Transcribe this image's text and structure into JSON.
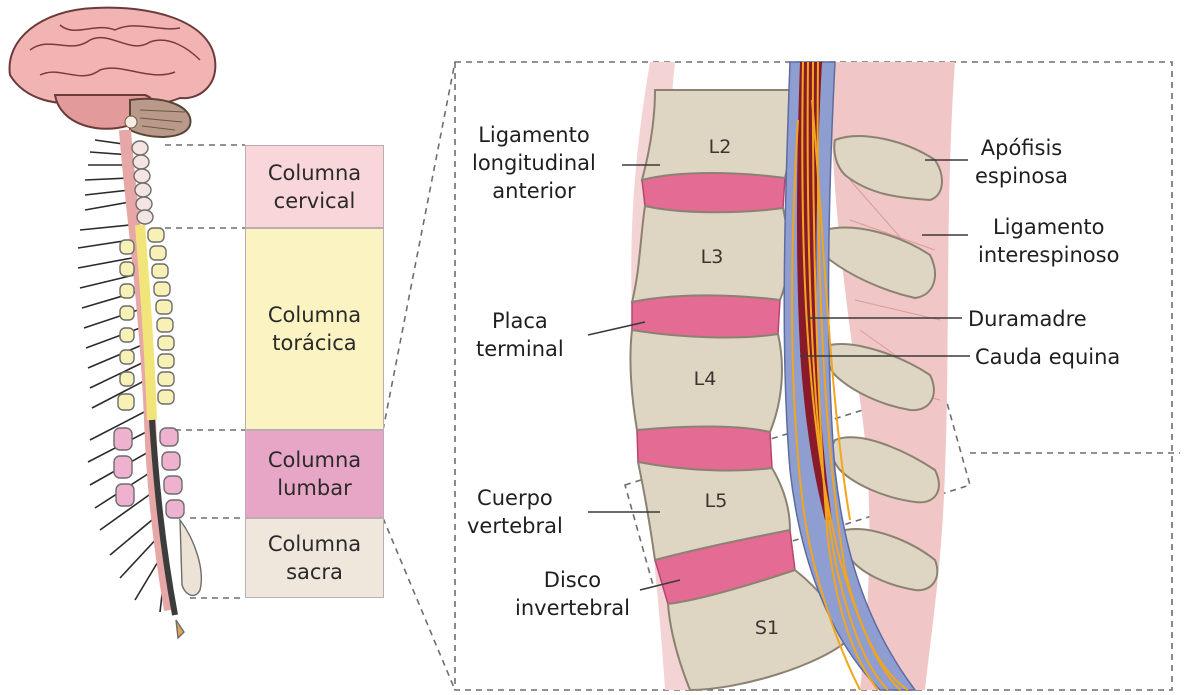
{
  "regions": [
    {
      "label": "Columna\ncervical",
      "color": "#f9d6d9"
    },
    {
      "label": "Columna\ntorácica",
      "color": "#fbf4c2"
    },
    {
      "label": "Columna\nlumbar",
      "color": "#e8a6c6"
    },
    {
      "label": "Columna\nsacra",
      "color": "#efe6dc"
    }
  ],
  "left_labels": {
    "ligamento_anterior": "Ligamento\nlongitudinal\nanterior",
    "placa_terminal": "Placa\nterminal",
    "cuerpo_vertebral": "Cuerpo\nvertebral",
    "disco": "Disco\ninvertebral"
  },
  "right_labels": {
    "apofisis": "Apófisis\nespinosa",
    "ligamento_interespinoso": "Ligamento\ninterespinoso",
    "duramadre": "Duramadre",
    "cauda_equina": "Cauda equina"
  },
  "vertebrae": [
    "L2",
    "L3",
    "L4",
    "L5",
    "S1"
  ],
  "colors": {
    "bone": "#ded6c2",
    "bone_stroke": "#8b8272",
    "disc": "#e46b93",
    "dura": "#8f9ed0",
    "cord": "#8a1a2a",
    "nerves": "#f2a51e",
    "ligament": "#f0c7c7",
    "brain": "#f2b4b2"
  }
}
